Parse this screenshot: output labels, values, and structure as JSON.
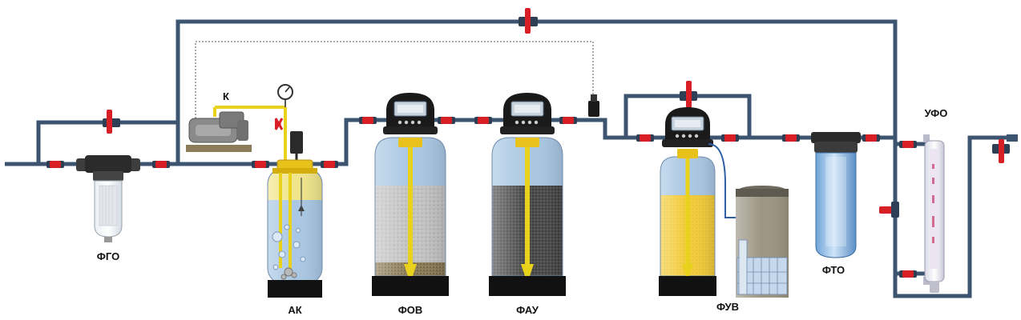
{
  "labels": {
    "fgo": "ФГО",
    "k": "К",
    "ak": "АК",
    "fov": "ФОВ",
    "fau": "ФАУ",
    "fuv": "ФУВ",
    "fto": "ФТО",
    "ufo": "УФО"
  },
  "colors": {
    "pipe": "#3d5470",
    "valve": "#d81f26",
    "water": "#a9c7e3",
    "gravel": "#bfbfbf",
    "carbon": "#4a4a4a",
    "resin": "#f2cc3a",
    "tube": "#e8d21b",
    "base": "#111111",
    "head": "#1a1a1a",
    "filter_housing": "#8ab8e6"
  }
}
